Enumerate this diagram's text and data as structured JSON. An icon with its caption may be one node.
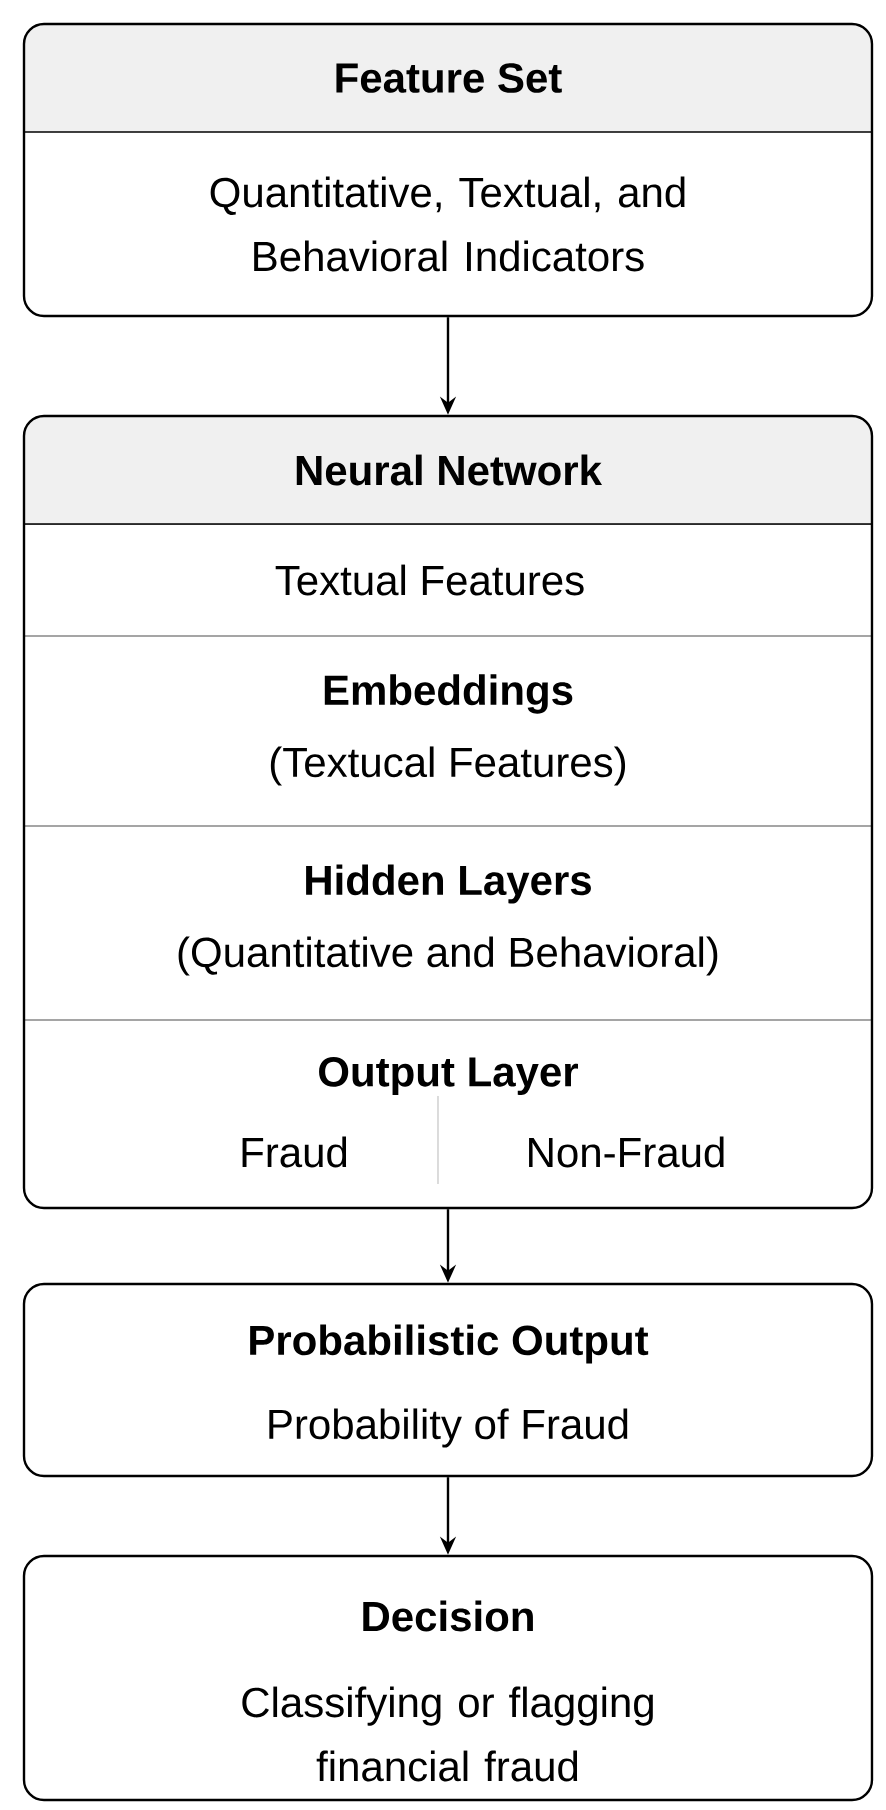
{
  "diagram": {
    "nodes": [
      {
        "text": [
          "Feature Set",
          "Quantitative, Textual, and Behavioral Indicators"
        ]
      },
      {
        "text": [
          "Neural Network"
        ]
      },
      {
        "text": [
          "Textual Features"
        ],
        "in": 1
      },
      {
        "text": [
          "Embeddings",
          "(Textucal Features)"
        ],
        "in": 1
      },
      {
        "text": [
          "Hidden Layers",
          "(Quantitative and Behavioral)"
        ],
        "in": 1
      },
      {
        "text": [
          "Output Layer",
          "Fraud",
          "Non-Fraud"
        ],
        "in": 1
      },
      {
        "text": [
          "Probabilistic Output",
          "Probability of Fraud"
        ]
      },
      {
        "text": [
          "Decision",
          "Classifying or flagging financial fraud"
        ]
      }
    ],
    "edges": [
      {
        "from": 0,
        "to": 1,
        "arrow": "to"
      },
      {
        "from": 1,
        "to": 6,
        "arrow": "to"
      },
      {
        "from": 6,
        "to": 7,
        "arrow": "to"
      }
    ]
  }
}
